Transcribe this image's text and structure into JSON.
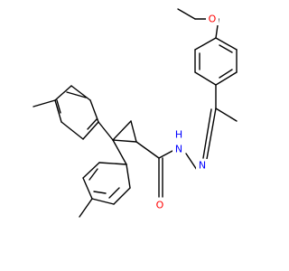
{
  "atoms": [
    {
      "label": "O",
      "color": "#ff0000"
    },
    {
      "label": "O",
      "color": "#ff0000"
    },
    {
      "label": "H",
      "color": "#0000ff"
    },
    {
      "label": "N",
      "color": "#0000ff"
    },
    {
      "label": "N",
      "color": "#0000ff"
    }
  ],
  "bond_color": "#000000",
  "background": "#ffffff"
}
